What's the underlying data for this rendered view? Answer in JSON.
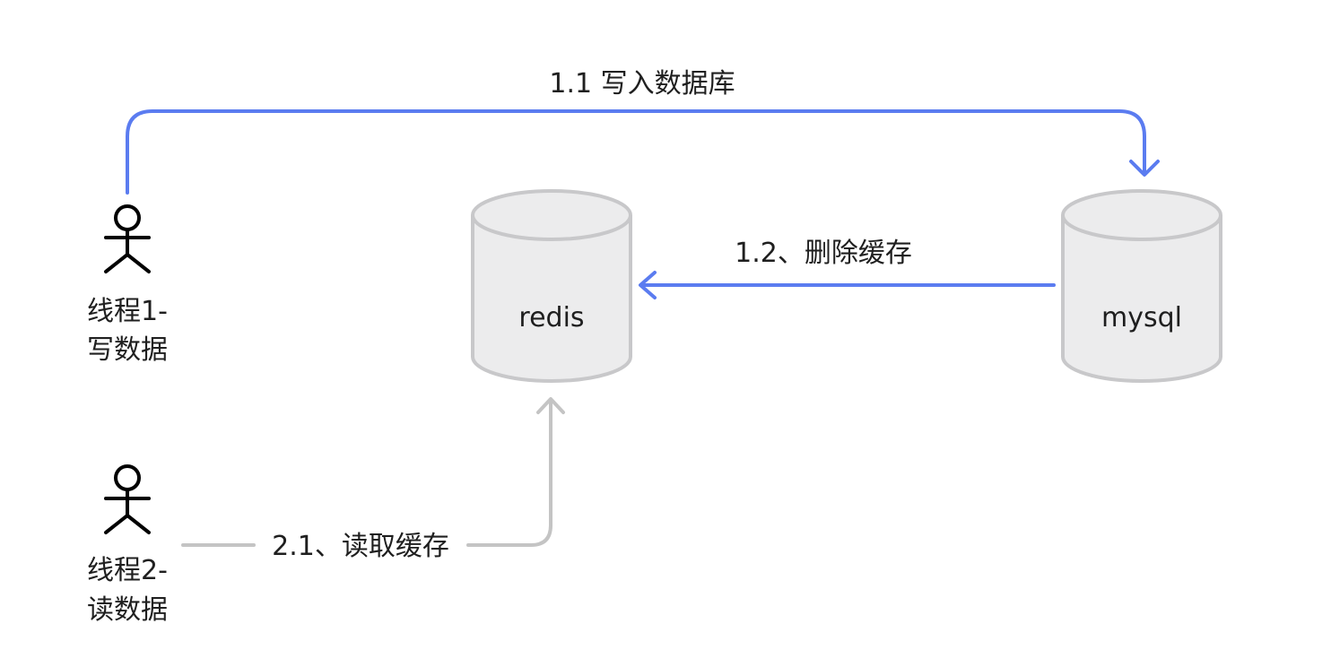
{
  "actors": {
    "writer": {
      "line1": "线程1-",
      "line2": "写数据"
    },
    "reader": {
      "line1": "线程2-",
      "line2": "读数据"
    }
  },
  "databases": {
    "redis": {
      "label": "redis"
    },
    "mysql": {
      "label": "mysql"
    }
  },
  "arrows": {
    "write_db": {
      "label": "1.1 写入数据库",
      "color": "#5b7cf0"
    },
    "delete_cache": {
      "label": "1.2、删除缓存",
      "color": "#5b7cf0"
    },
    "read_cache": {
      "label": "2.1、读取缓存",
      "color": "#c4c4c4"
    }
  },
  "colors": {
    "db_fill": "#ececed",
    "db_stroke": "#c8c8ca",
    "actor": "#000000"
  }
}
